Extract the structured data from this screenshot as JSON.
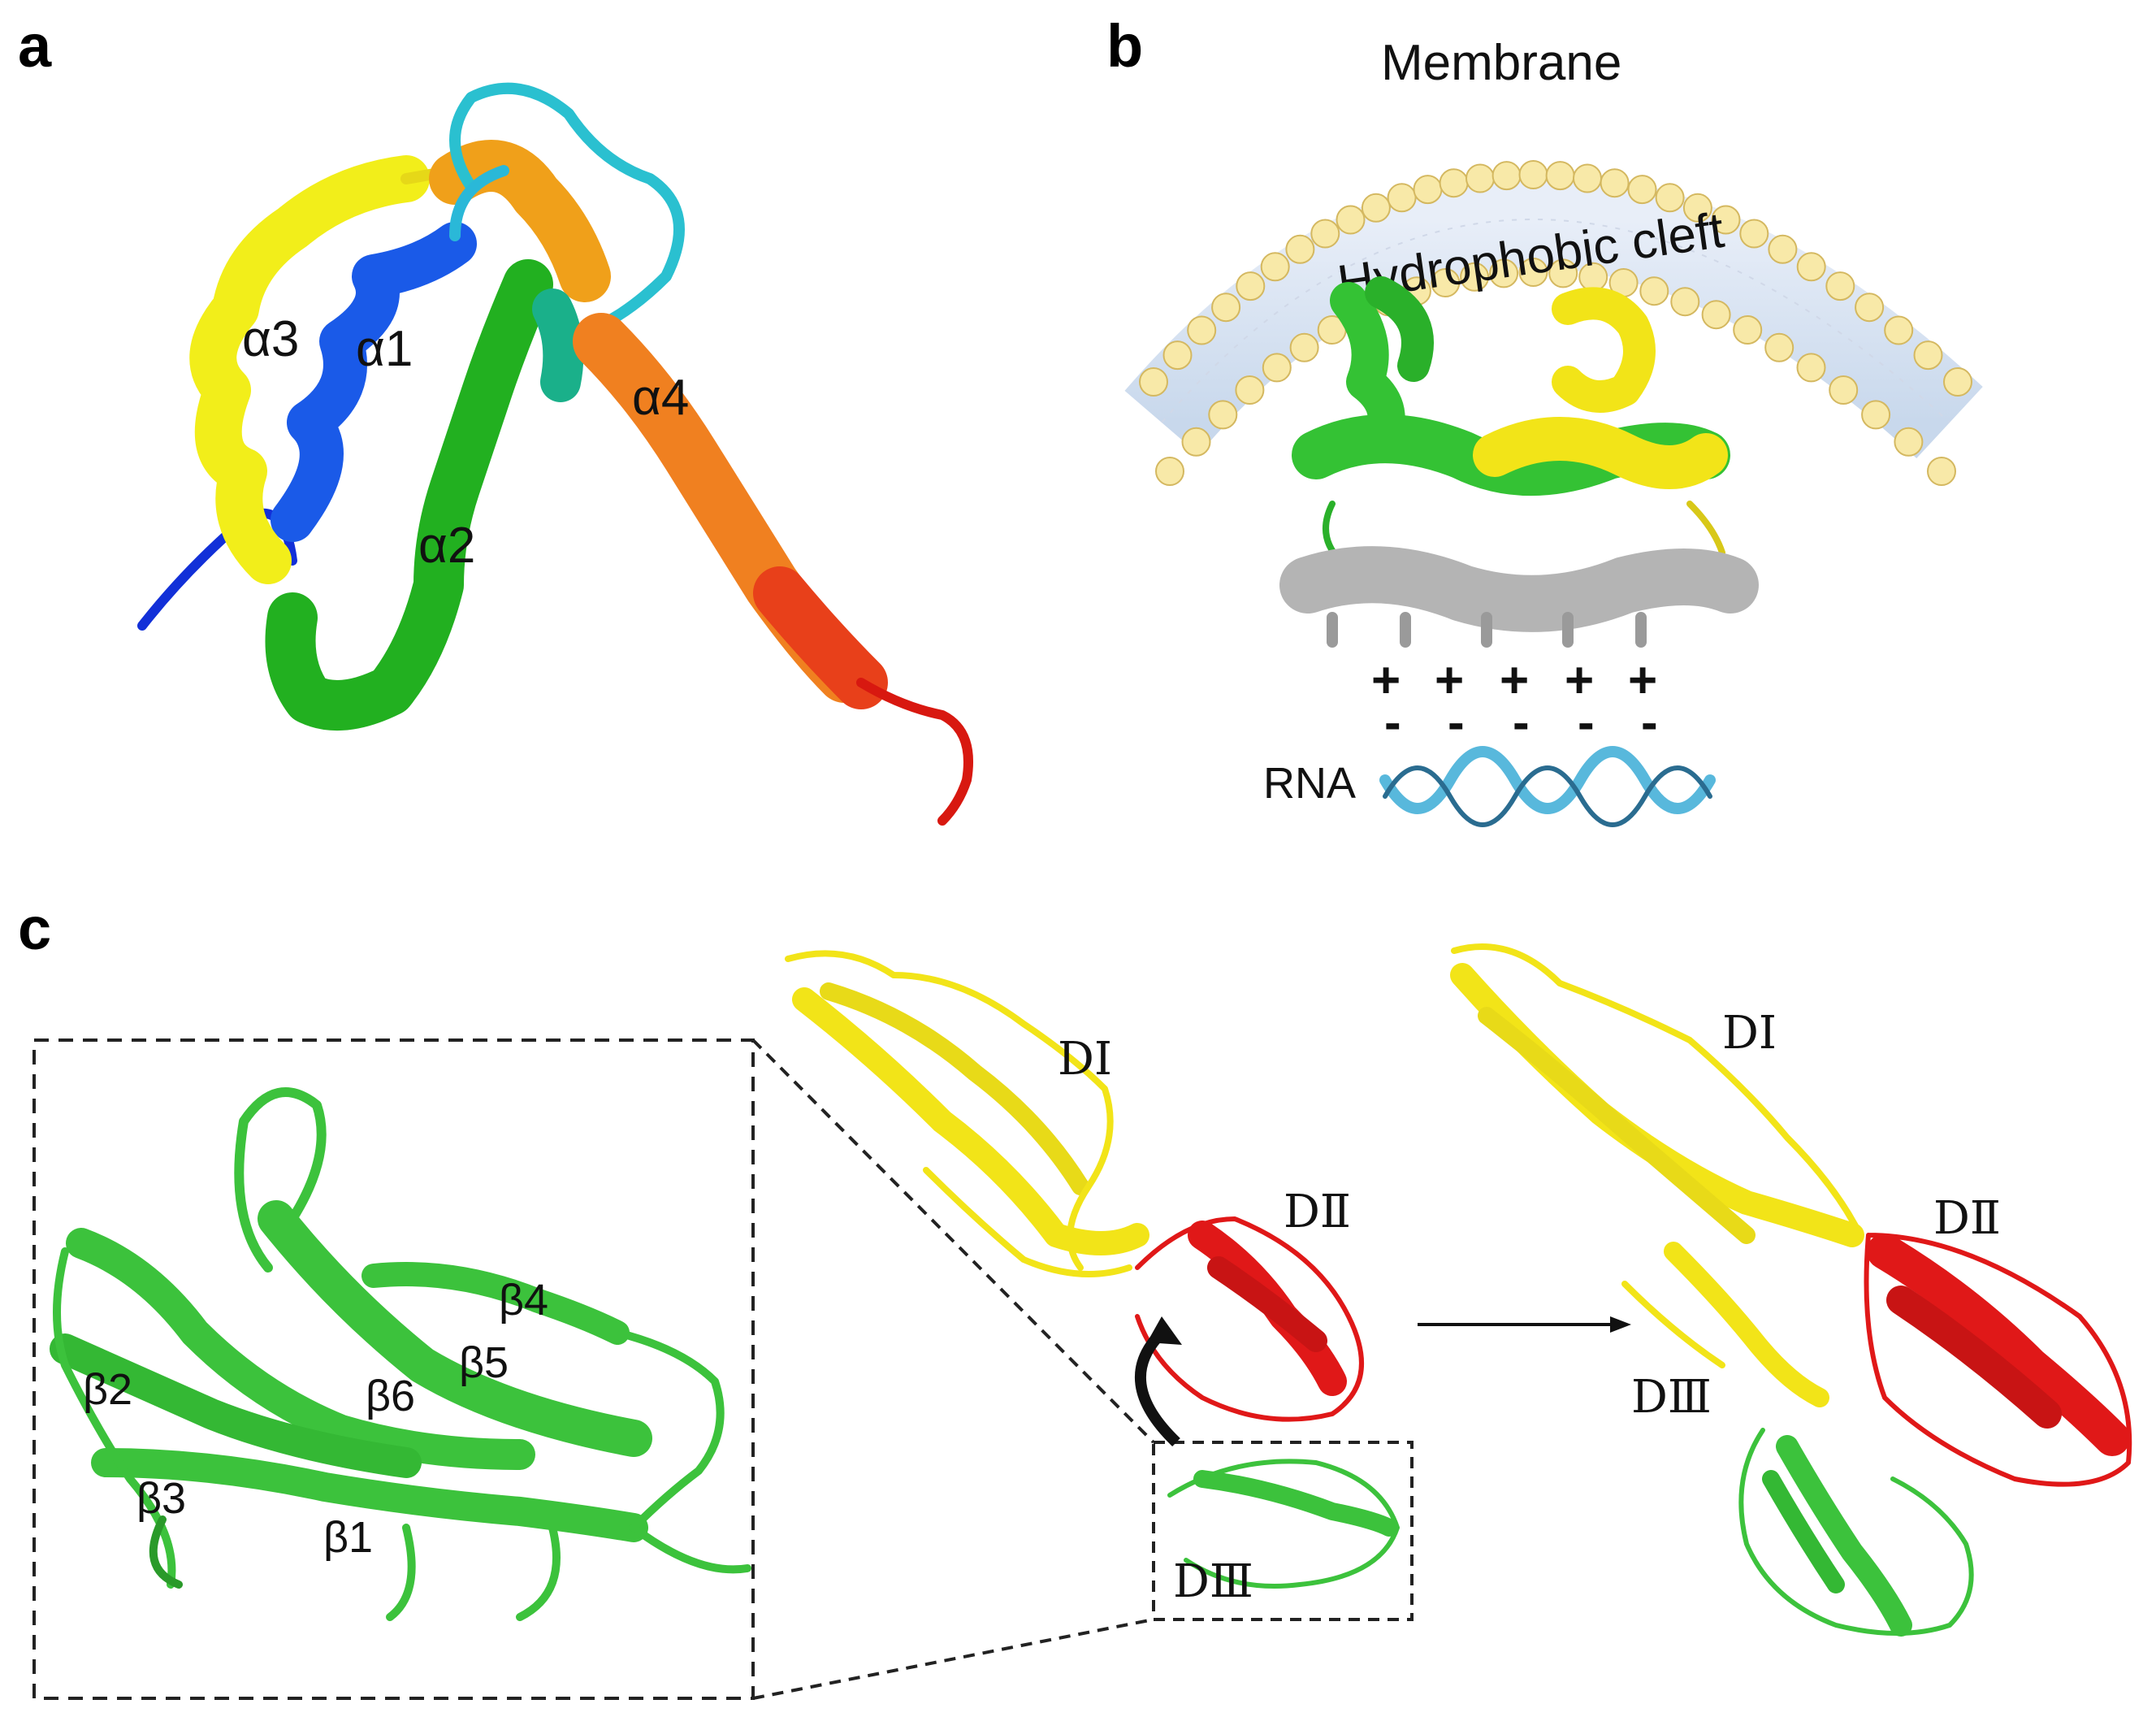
{
  "panels": {
    "a": {
      "label": "a",
      "helix_labels": [
        "α3",
        "α1",
        "α4",
        "α2"
      ]
    },
    "b": {
      "label": "b",
      "membrane_label": "Membrane",
      "cleft_label": "Hydrophobic cleft",
      "charges_positive": [
        "+",
        "+",
        "+",
        "+",
        "+"
      ],
      "charges_negative": [
        "-",
        "-",
        "-",
        "-",
        "-"
      ],
      "rna_label": "RNA"
    },
    "c": {
      "label": "c",
      "strand_labels": [
        "β4",
        "β2",
        "β6",
        "β5",
        "β3",
        "β1"
      ],
      "middle_domains": [
        "DⅠ",
        "DⅡ",
        "DⅢ"
      ],
      "right_domains": [
        "DⅠ",
        "DⅡ",
        "DⅢ"
      ]
    }
  },
  "colors": {
    "rainbow_blue": "#1230d8",
    "rainbow_green": "#22b020",
    "rainbow_yellow": "#f2ee1a",
    "rainbow_orange": "#f0961a",
    "rainbow_red": "#d81810",
    "rainbow_cyan": "#2ac0d0",
    "domain_yellow": "#f2e418",
    "domain_red": "#e01818",
    "domain_green": "#3cc23c",
    "domain_gray": "#b4b4b4",
    "lipid_head": "#f8e9a8",
    "rna_blue": "#58b8dc"
  }
}
